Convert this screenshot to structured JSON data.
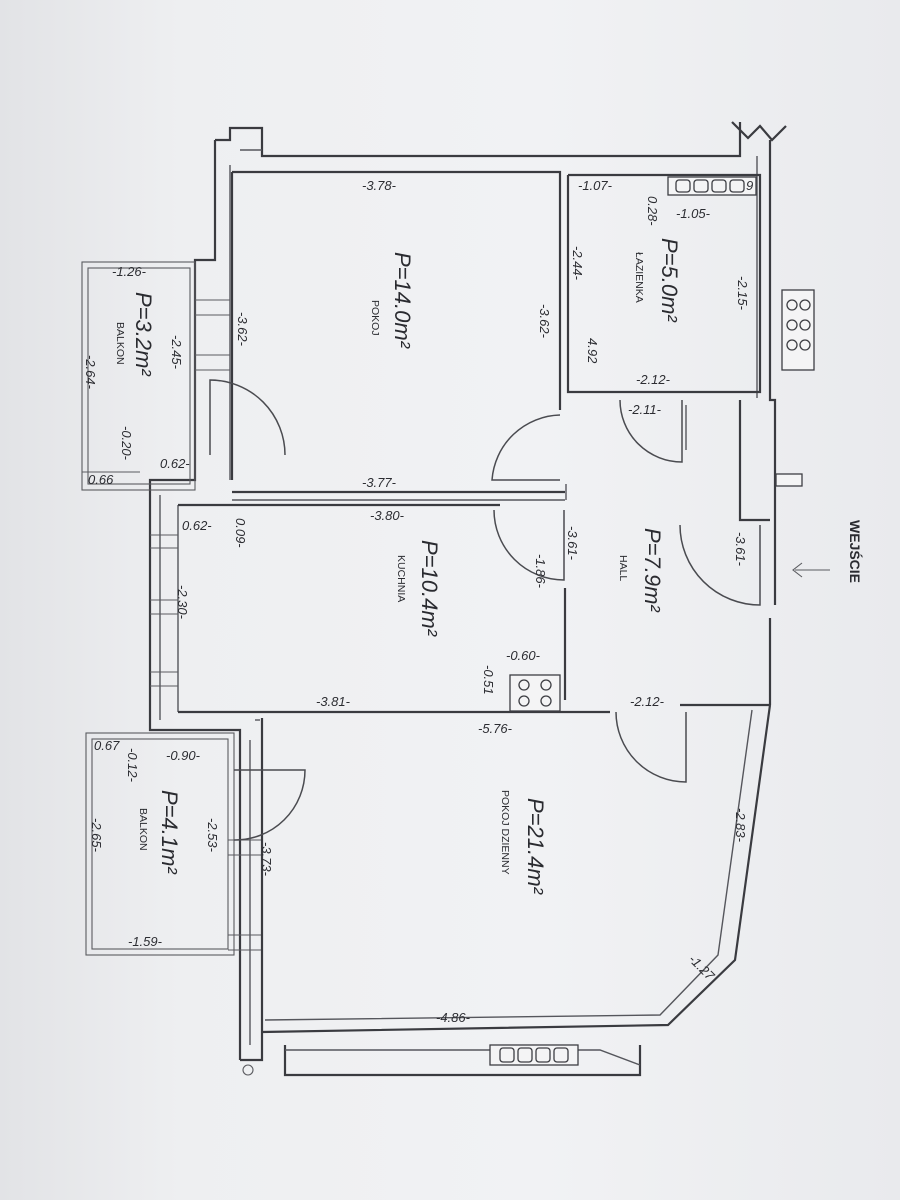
{
  "rooms": [
    {
      "id": "pokoj",
      "area": "P=14.0m²",
      "name": "POKOJ"
    },
    {
      "id": "lazienka",
      "area": "P=5.0m²",
      "name": "ŁAZIENKA"
    },
    {
      "id": "balkon1",
      "area": "P=3.2m²",
      "name": "BALKON"
    },
    {
      "id": "kuchnia",
      "area": "P=10.4m²",
      "name": "KUCHNIA"
    },
    {
      "id": "hall",
      "area": "P=7.9m²",
      "name": "HALL"
    },
    {
      "id": "pokoj-dzienny",
      "area": "P=21.4m²",
      "name": "POKOJ DZIENNY"
    },
    {
      "id": "balkon2",
      "area": "P=4.1m²",
      "name": "BALKON"
    }
  ],
  "dimensions": {
    "pokoj_top": "-3.78-",
    "pokoj_left": "-3.62-",
    "pokoj_right": "-3.62-",
    "pokoj_bottom": "-3.77-",
    "laz_top": "-1.07-",
    "laz_028": "0.28-",
    "laz_105": "-1.05-",
    "laz_244": "-2.44-",
    "laz_492": "4.92",
    "laz_215": "-2.15-",
    "laz_212": "-2.12-",
    "laz_211": "-2.11-",
    "b1_126": "-1.26-",
    "b1_245": "-2.45-",
    "b1_264": "-2.64-",
    "b1_020": "-0.20-",
    "b1_066": "0.66",
    "b1_062": "0.62-",
    "kuch_380": "-3.80-",
    "kuch_062": "0.62-",
    "kuch_009": "0.09-",
    "kuch_230": "-2.30-",
    "kuch_186": "-1.86-",
    "kuch_060": "-0.60-",
    "kuch_051": "-0.51",
    "kuch_381": "-3.81-",
    "hall_361a": "-3.61-",
    "hall_361b": "-3.61-",
    "hall_212": "-2.12-",
    "dz_576": "-5.76-",
    "dz_373": "-3.73-",
    "dz_283": "-2.83-",
    "dz_127": "-1.27",
    "dz_486": "-4.86-",
    "b2_067": "0.67",
    "b2_012": "-0.12-",
    "b2_090": "-0.90-",
    "b2_253": "-2.53-",
    "b2_265": "-2.65-",
    "b2_159": "-1.59-"
  },
  "entrance": {
    "label": "WEJŚCIE"
  }
}
